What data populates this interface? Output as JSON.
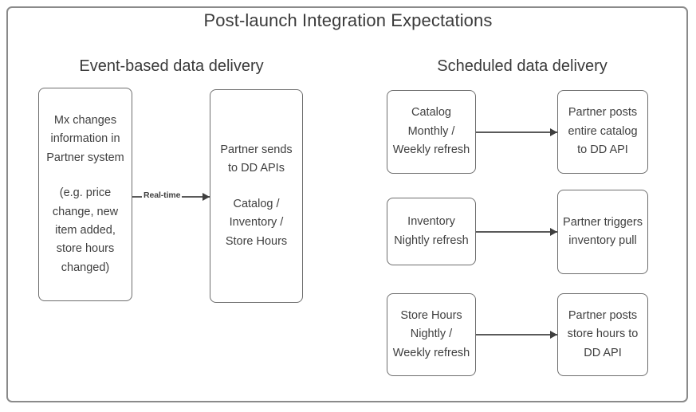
{
  "diagram": {
    "title": "Post-launch Integration Expectations",
    "columns": {
      "left_heading": "Event-based data delivery",
      "right_heading": "Scheduled data delivery"
    },
    "event_based": {
      "source_node": {
        "paragraph_1": "Mx changes information in Partner system",
        "paragraph_2": "(e.g. price change, new item added, store hours changed)"
      },
      "connector_label": "Real-time",
      "target_node": {
        "paragraph_1": "Partner sends to DD APIs",
        "paragraph_2": "Catalog / Inventory / Store Hours"
      }
    },
    "scheduled": {
      "rows": [
        {
          "trigger": "Catalog Monthly / Weekly refresh",
          "action": "Partner posts entire catalog to DD API"
        },
        {
          "trigger": "Inventory Nightly refresh",
          "action": "Partner triggers inventory pull"
        },
        {
          "trigger": "Store Hours Nightly / Weekly refresh",
          "action": "Partner posts store hours to DD API"
        }
      ]
    },
    "colors": {
      "frame_border": "#8a8a8a",
      "node_border": "#6e6e6e",
      "text": "#3f3f3f",
      "connector": "#5a5a5a",
      "background": "#ffffff"
    }
  }
}
